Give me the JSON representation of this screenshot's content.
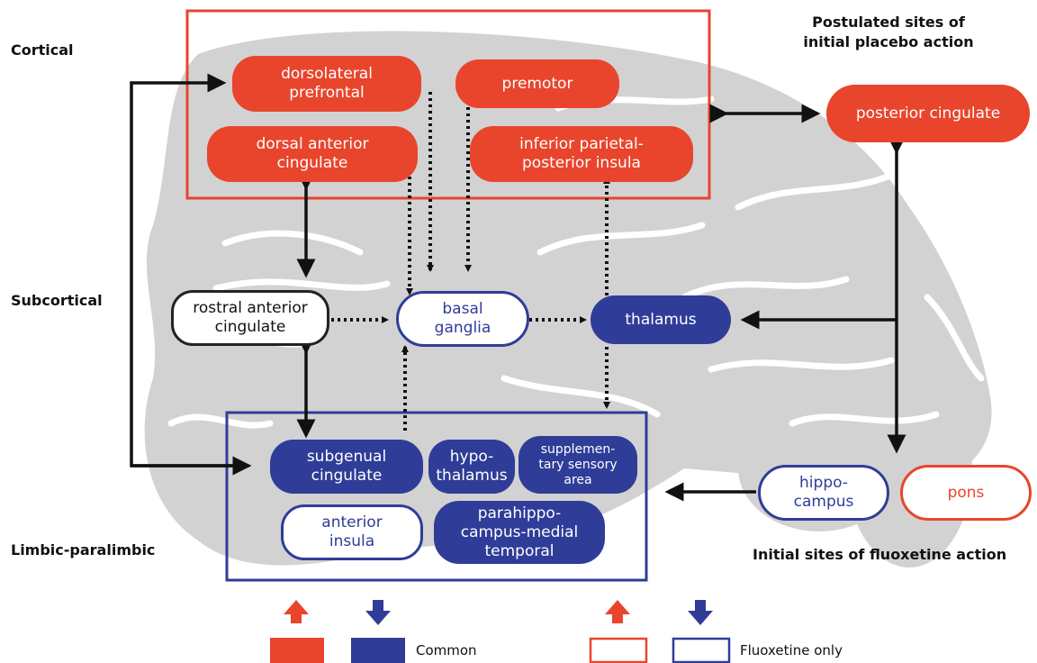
{
  "colors": {
    "red": "#e8452c",
    "blue": "#2f3d98",
    "brain": "#cfcfcf"
  },
  "labels": {
    "cortical": "Cortical",
    "subcortical": "Subcortical",
    "limbic": "Limbic-paralimbic",
    "placebo_title": "Postulated sites of\ninitial placebo action",
    "fluoxetine_title": "Initial sites of fluoxetine action"
  },
  "nodes": {
    "dlpfc": "dorsolateral\nprefrontal",
    "premotor": "premotor",
    "dacc": "dorsal anterior\ncingulate",
    "ipl": "inferior parietal-\nposterior insula",
    "pcc": "posterior cingulate",
    "racc": "rostral anterior\ncingulate",
    "basal": "basal\nganglia",
    "thalamus": "thalamus",
    "subgenual": "subgenual\ncingulate",
    "hypo": "hypo-\nthalamus",
    "ssa": "supplemen-\ntary sensory\narea",
    "ant_insula": "anterior\ninsula",
    "parahippo": "parahippo-\ncampus-medial\ntemporal",
    "hippo": "hippo-\ncampus",
    "pons": "pons"
  },
  "legend": {
    "common": "Common",
    "fluoxetine_only": "Fluoxetine only"
  }
}
